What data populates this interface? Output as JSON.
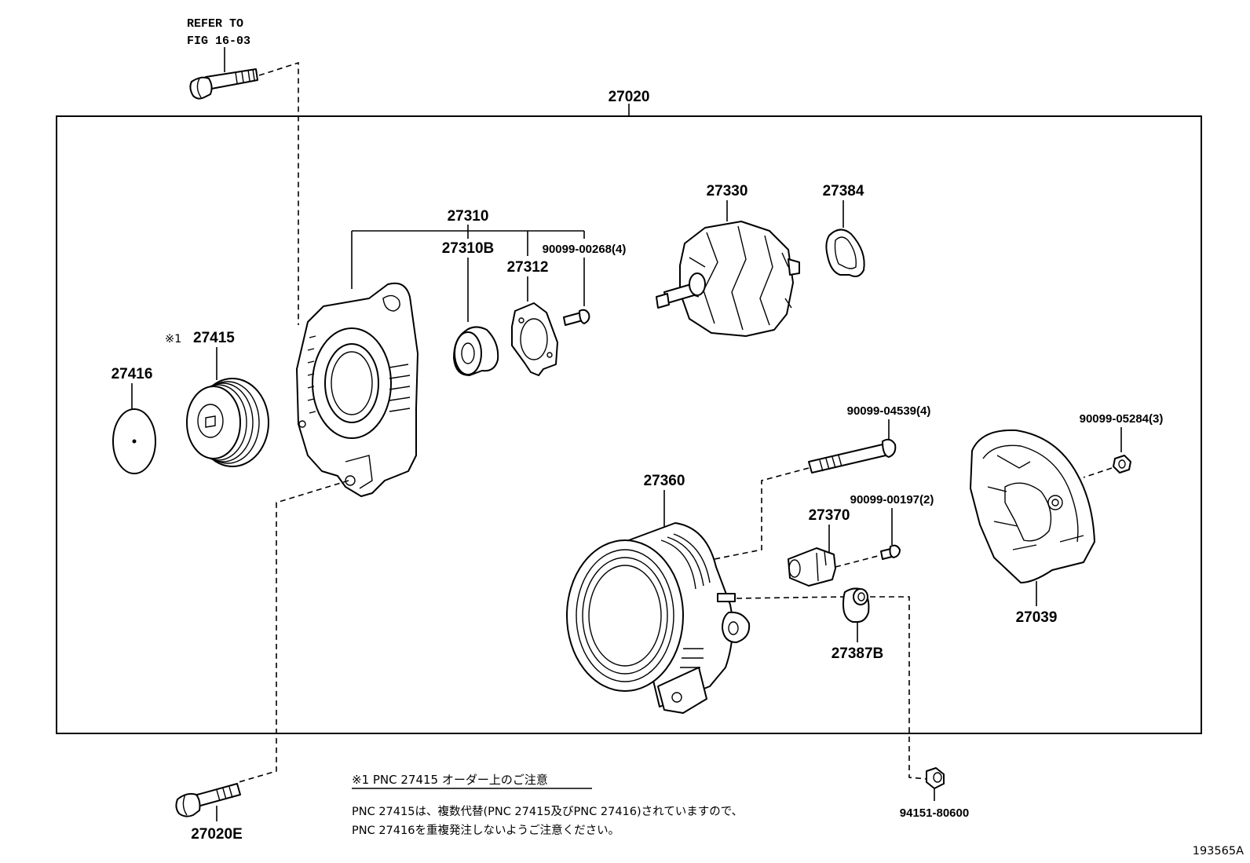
{
  "refer": {
    "line1": "REFER TO",
    "line2": "FIG 16-03"
  },
  "labels": {
    "p27020": "27020",
    "p27310": "27310",
    "p27310b": "27310B",
    "p27312": "27312",
    "p90099_00268": "90099-00268(4)",
    "p27330": "27330",
    "p27384": "27384",
    "p27415_mark": "※1",
    "p27415": "27415",
    "p27416": "27416",
    "p90099_04539": "90099-04539(4)",
    "p90099_05284": "90099-05284(3)",
    "p27360": "27360",
    "p90099_00197": "90099-00197(2)",
    "p27370": "27370",
    "p27039": "27039",
    "p27387b": "27387B",
    "p27020e": "27020E",
    "p94151_80600": "94151-80600"
  },
  "note": {
    "title": "※1 PNC 27415 オーダー上のご注意",
    "line1": "PNC 27415は、複数代替(PNC 27415及びPNC 27416)されていますので、",
    "line2": "PNC 27416を重複発注しないようご注意ください。"
  },
  "figure_id": "193565A"
}
